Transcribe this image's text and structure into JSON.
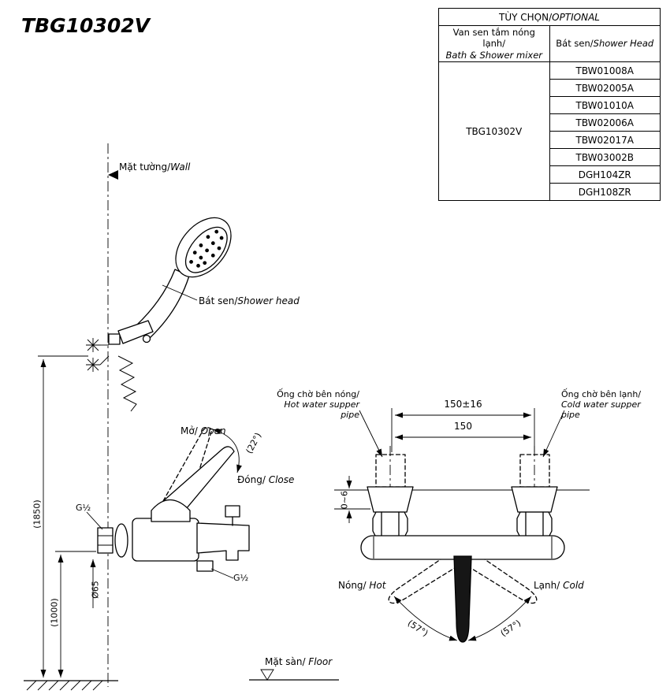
{
  "page": {
    "title": "TBG10302V"
  },
  "table": {
    "header_vi": "TÙY CHỌN/",
    "header_en": "OPTIONAL",
    "col1_vi": "Van sen tắm nóng lạnh/",
    "col1_en": "Bath & Shower mixer",
    "col2_vi": "Bát sen/",
    "col2_en": "Shower Head",
    "mixer_code": "TBG10302V",
    "shower_heads": [
      "TBW01008A",
      "TBW02005A",
      "TBW01010A",
      "TBW02006A",
      "TBW02017A",
      "TBW03002B",
      "DGH104ZR",
      "DGH108ZR"
    ]
  },
  "side_view": {
    "wall_vi": "Mặt tường/",
    "wall_en": "Wall",
    "shower_head_vi": "Bát sen/",
    "shower_head_en": "Shower head",
    "open_vi": "Mở/",
    "open_en": " Open",
    "open_angle": "(22°)",
    "close_vi": "Đóng/",
    "close_en": " Close",
    "g_half_inlet": "G½",
    "g_half_outlet": "G½",
    "flange_dia": "Ø65",
    "height_wall": "(1850)",
    "height_mixer": "(1000)",
    "floor_vi": "Mặt sàn/",
    "floor_en": " Floor"
  },
  "front_view": {
    "hot_pipe_vi": "Ống chờ bên nóng/",
    "hot_pipe_en": "Hot water supper pipe",
    "cold_pipe_vi": "Ống chờ bên lạnh/",
    "cold_pipe_en": "Cold water supper pipe",
    "dim_tolerance": "150±16",
    "dim_nominal": "150",
    "dim_wall_gap": "0~6",
    "hot_vi": "Nóng/",
    "hot_en": " Hot",
    "cold_vi": "Lạnh/",
    "cold_en": " Cold",
    "swing_left": "(57°)",
    "swing_right": "(57°)"
  }
}
